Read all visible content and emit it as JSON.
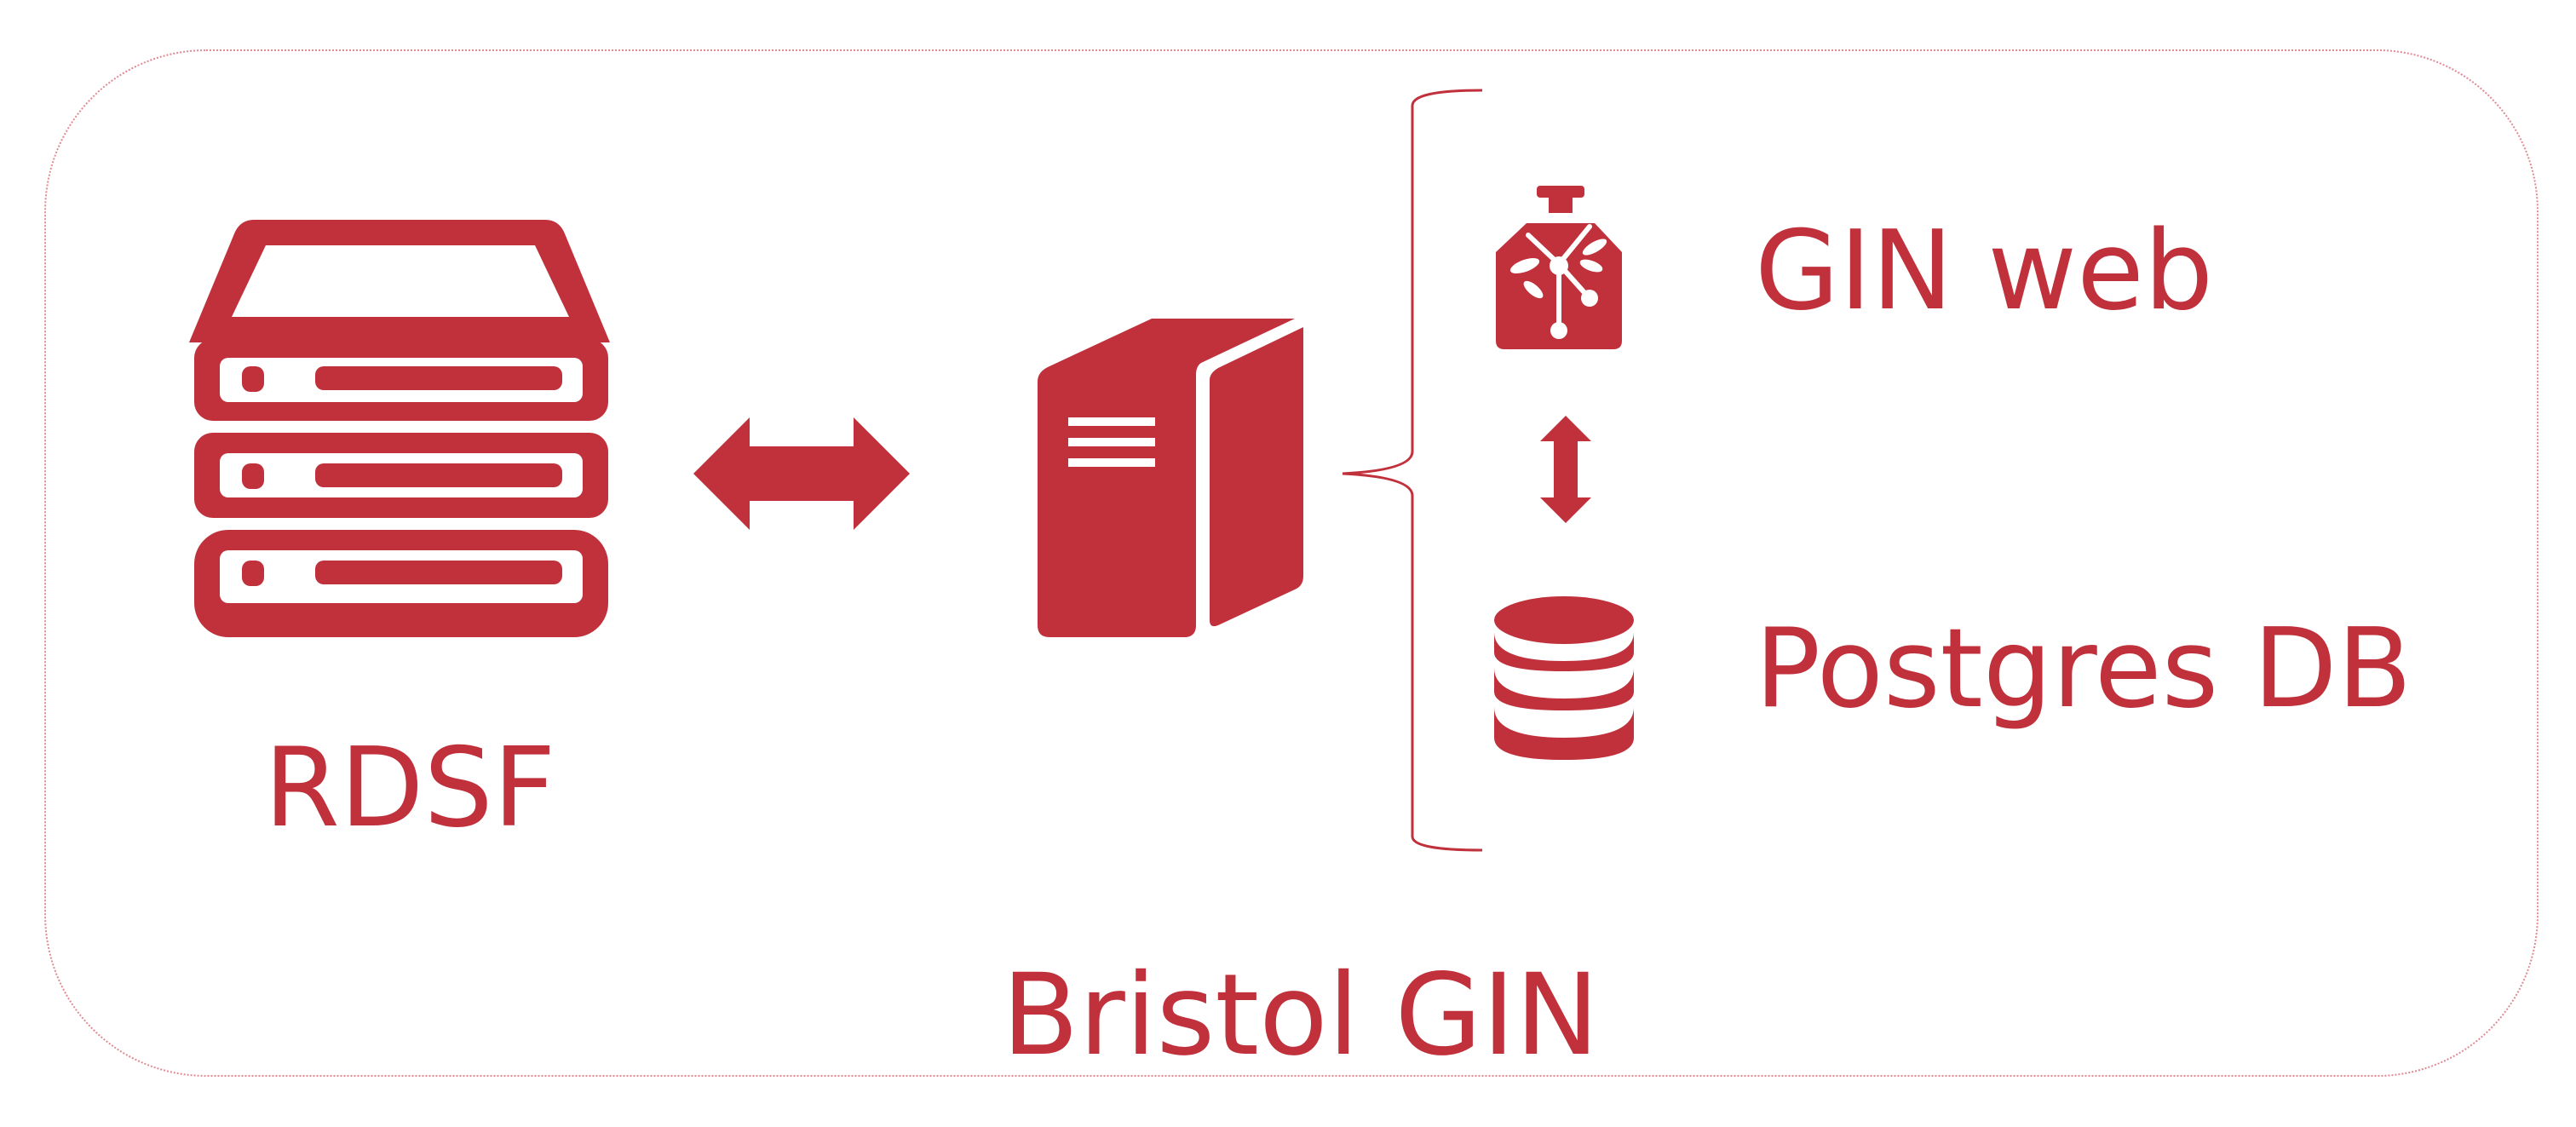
{
  "diagram": {
    "accent_color": "#c0313c",
    "frame_color": "#e08a94",
    "nodes": {
      "rdsf": {
        "label": "RDSF",
        "icon": "server-stack-icon"
      },
      "gin_server": {
        "icon": "server-tower-icon"
      },
      "gin_web": {
        "label": "GIN web",
        "icon": "gin-logo-icon"
      },
      "postgres": {
        "label": "Postgres DB",
        "icon": "database-icon"
      }
    },
    "edges": [
      {
        "from": "rdsf",
        "to": "gin_server",
        "style": "double-arrow"
      },
      {
        "from": "gin_web",
        "to": "postgres",
        "style": "double-arrow"
      }
    ],
    "group": {
      "label": "Bristol GIN"
    }
  }
}
